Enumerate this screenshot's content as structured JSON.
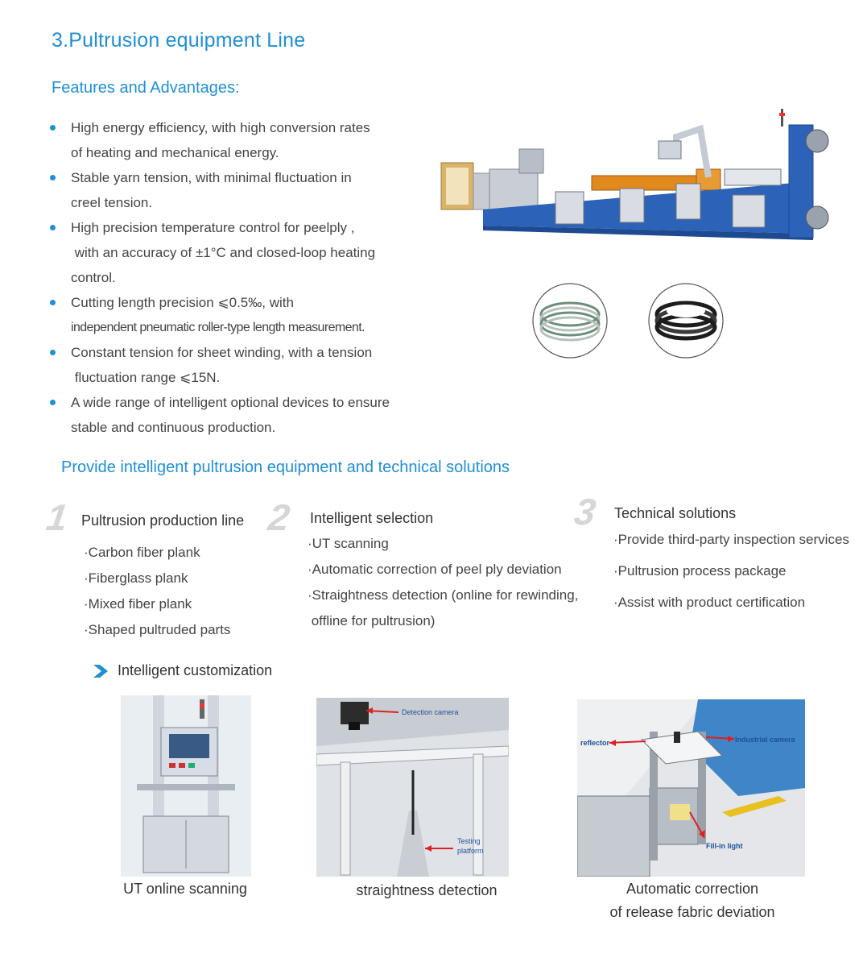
{
  "title": "3.Pultrusion equipment Line",
  "features": {
    "heading": "Features and Advantages:",
    "items": [
      {
        "line1": "High energy efficiency, with high conversion rates",
        "line2": "of heating and mechanical energy."
      },
      {
        "line1": "Stable yarn tension, with minimal fluctuation in",
        "line2": "creel tension."
      },
      {
        "line1": "High precision temperature control for peelply ,",
        "line2": " with an accuracy of ±1°C and closed-loop heating",
        "line3": "control."
      },
      {
        "line1": "Cutting length precision ⩽0.5‰, with",
        "line2": "independent pneumatic roller-type length measurement."
      },
      {
        "line1": "Constant tension for sheet winding, with a tension",
        "line2": " fluctuation range ⩽15N."
      },
      {
        "line1": "A wide range of intelligent optional devices to ensure",
        "line2": "stable and continuous production."
      }
    ]
  },
  "solutions": {
    "heading": "Provide intelligent pultrusion equipment and technical solutions",
    "columns": [
      {
        "number": "1",
        "title": "Pultrusion production line",
        "items": [
          "·Carbon fiber plank",
          "·Fiberglass plank",
          "·Mixed fiber plank",
          "·Shaped pultruded parts"
        ]
      },
      {
        "number": "2",
        "title": "Intelligent selection",
        "items": [
          "·UT scanning",
          "·Automatic correction of peel ply deviation",
          "·Straightness detection (online for rewinding,",
          " offline for pultrusion)"
        ]
      },
      {
        "number": "3",
        "title": "Technical solutions",
        "items": [
          "·Provide third-party inspection services",
          "·Pultrusion process package",
          "·Assist with product certification"
        ]
      }
    ]
  },
  "customization": {
    "heading": "Intelligent customization",
    "photos": [
      {
        "caption": "UT online scanning"
      },
      {
        "caption": "straightness detection",
        "labels": [
          "Detection camera",
          "Testing",
          "platform"
        ]
      },
      {
        "caption_line1": "Automatic correction",
        "caption_line2": "of release fabric deviation",
        "labels": [
          "reflector",
          "Industrial camera",
          "Fill-in light"
        ]
      }
    ]
  },
  "colors": {
    "accent": "#1f8fd6",
    "machine_blue": "#2c63b8",
    "heater_orange": "#e08a1e"
  }
}
